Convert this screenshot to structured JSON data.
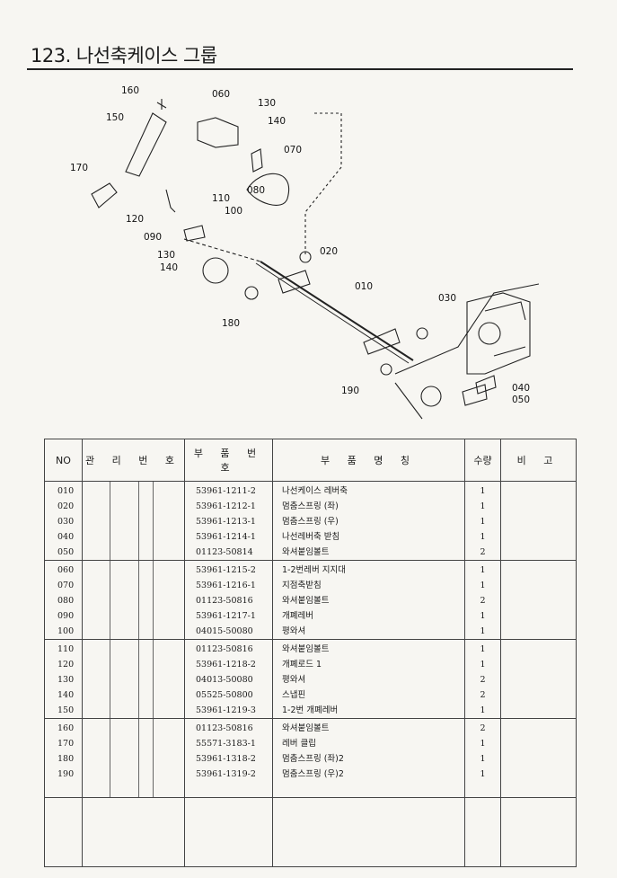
{
  "page": {
    "title": "123. 나선축케이스 그룹"
  },
  "diagram": {
    "callouts": [
      "160",
      "060",
      "130",
      "150",
      "140",
      "070",
      "170",
      "080",
      "110",
      "100",
      "120",
      "090",
      "130",
      "140",
      "020",
      "010",
      "030",
      "180",
      "190",
      "040",
      "050"
    ]
  },
  "table": {
    "headers": {
      "no": "NO",
      "mgmt": "관 리 번 호",
      "part": "부 품 번 호",
      "name": "부 품 명 칭",
      "qty": "수량",
      "note": "비 고"
    },
    "groups": [
      [
        {
          "no": "010",
          "part": "53961-1211-2",
          "name": "나선케이스 레버축",
          "qty": "1"
        },
        {
          "no": "020",
          "part": "53961-1212-1",
          "name": "멈춤스프링 (좌)",
          "qty": "1"
        },
        {
          "no": "030",
          "part": "53961-1213-1",
          "name": "멈춤스프링 (우)",
          "qty": "1"
        },
        {
          "no": "040",
          "part": "53961-1214-1",
          "name": "나선레버축 받침",
          "qty": "1"
        },
        {
          "no": "050",
          "part": "01123-50814",
          "name": "와셔붙임볼트",
          "qty": "2"
        }
      ],
      [
        {
          "no": "060",
          "part": "53961-1215-2",
          "name": "1-2번레버 지지대",
          "qty": "1"
        },
        {
          "no": "070",
          "part": "53961-1216-1",
          "name": "지점축받침",
          "qty": "1"
        },
        {
          "no": "080",
          "part": "01123-50816",
          "name": "와셔붙임볼트",
          "qty": "2"
        },
        {
          "no": "090",
          "part": "53961-1217-1",
          "name": "개폐레버",
          "qty": "1"
        },
        {
          "no": "100",
          "part": "04015-50080",
          "name": "평와셔",
          "qty": "1"
        }
      ],
      [
        {
          "no": "110",
          "part": "01123-50816",
          "name": "와셔붙임볼트",
          "qty": "1"
        },
        {
          "no": "120",
          "part": "53961-1218-2",
          "name": "개폐로드 1",
          "qty": "1"
        },
        {
          "no": "130",
          "part": "04013-50080",
          "name": "평와셔",
          "qty": "2"
        },
        {
          "no": "140",
          "part": "05525-50800",
          "name": "스냅핀",
          "qty": "2"
        },
        {
          "no": "150",
          "part": "53961-1219-3",
          "name": "1-2번 개폐레버",
          "qty": "1"
        }
      ],
      [
        {
          "no": "160",
          "part": "01123-50816",
          "name": "와셔붙임볼트",
          "qty": "2"
        },
        {
          "no": "170",
          "part": "55571-3183-1",
          "name": "레버 클립",
          "qty": "1"
        },
        {
          "no": "180",
          "part": "53961-1318-2",
          "name": "멈춤스프링 (좌)2",
          "qty": "1"
        },
        {
          "no": "190",
          "part": "53961-1319-2",
          "name": "멈춤스프링 (우)2",
          "qty": "1"
        }
      ]
    ]
  }
}
